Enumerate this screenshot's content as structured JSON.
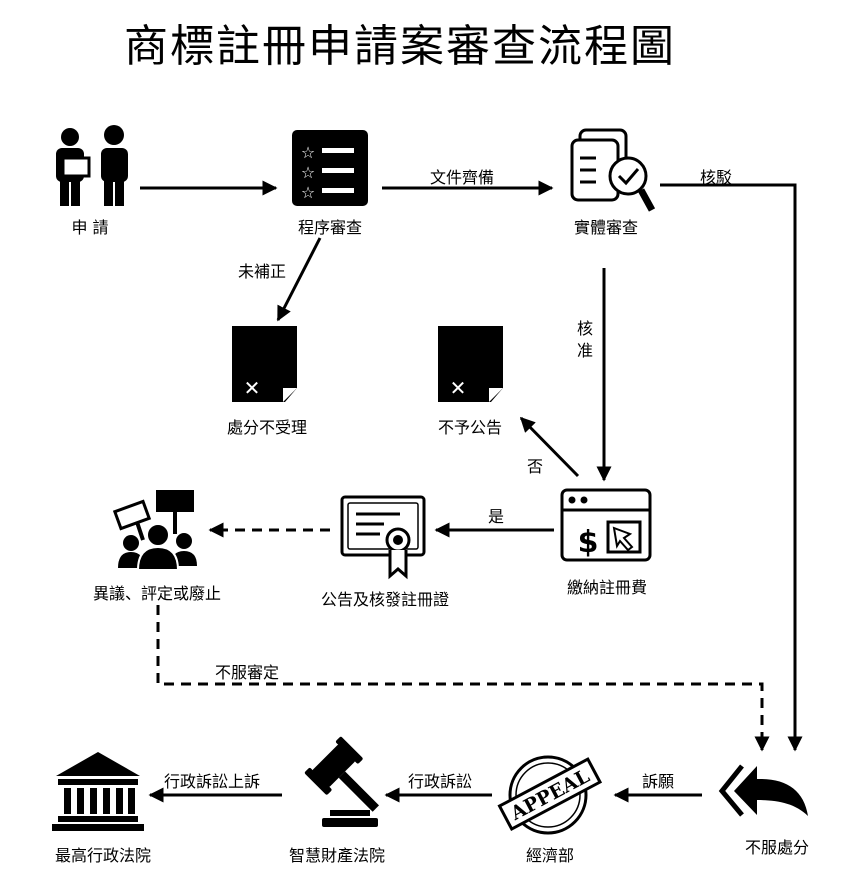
{
  "title": "商標註冊申請案審查流程圖",
  "nodes": {
    "apply": "申 請",
    "formal_review": "程序審查",
    "substantive_review": "實體審查",
    "reject_not_accepted": "處分不受理",
    "no_publication": "不予公告",
    "pay_fee": "繳納註冊費",
    "publish_certificate": "公告及核發註冊證",
    "opposition": "異議、評定或廢止",
    "dissatisfied": "不服處分",
    "moea": "經濟部",
    "ip_court": "智慧財產法院",
    "supreme_admin_court": "最高行政法院"
  },
  "edges": {
    "docs_ready": "文件齊備",
    "dismissed": "核駁",
    "not_corrected": "未補正",
    "approved": "核准",
    "no": "否",
    "yes": "是",
    "dissatisfied_ruling": "不服審定",
    "petition": "訴願",
    "admin_litigation": "行政訴訟",
    "admin_appeal": "行政訴訟上訴"
  },
  "icons": {
    "appeal_stamp": "APPEAL"
  }
}
